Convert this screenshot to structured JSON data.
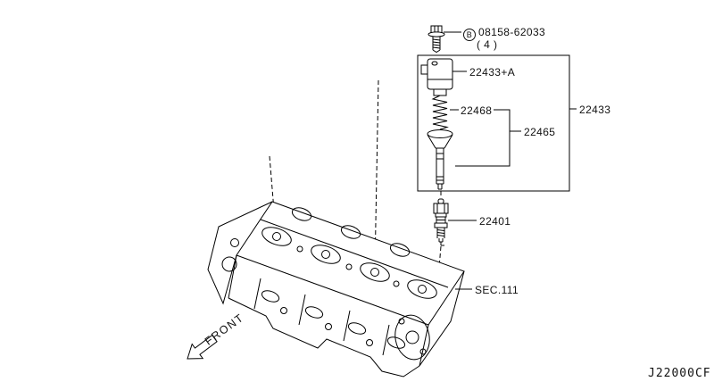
{
  "diagram": {
    "background_color": "#ffffff",
    "line_color": "#000000",
    "callouts": {
      "bolt": {
        "badge": "B",
        "part_number": "08158-62033",
        "quantity": "( 4 )"
      },
      "coil_cap": {
        "part_number": "22433+A"
      },
      "spring": {
        "part_number": "22468"
      },
      "boot": {
        "part_number": "22465"
      },
      "coil_assembly": {
        "part_number": "22433"
      },
      "spark_plug": {
        "part_number": "22401"
      },
      "section_ref": {
        "text": "SEC.111"
      },
      "front_indicator": {
        "text": "FRONT"
      },
      "diagram_code": {
        "text": "J22000CF"
      }
    }
  }
}
